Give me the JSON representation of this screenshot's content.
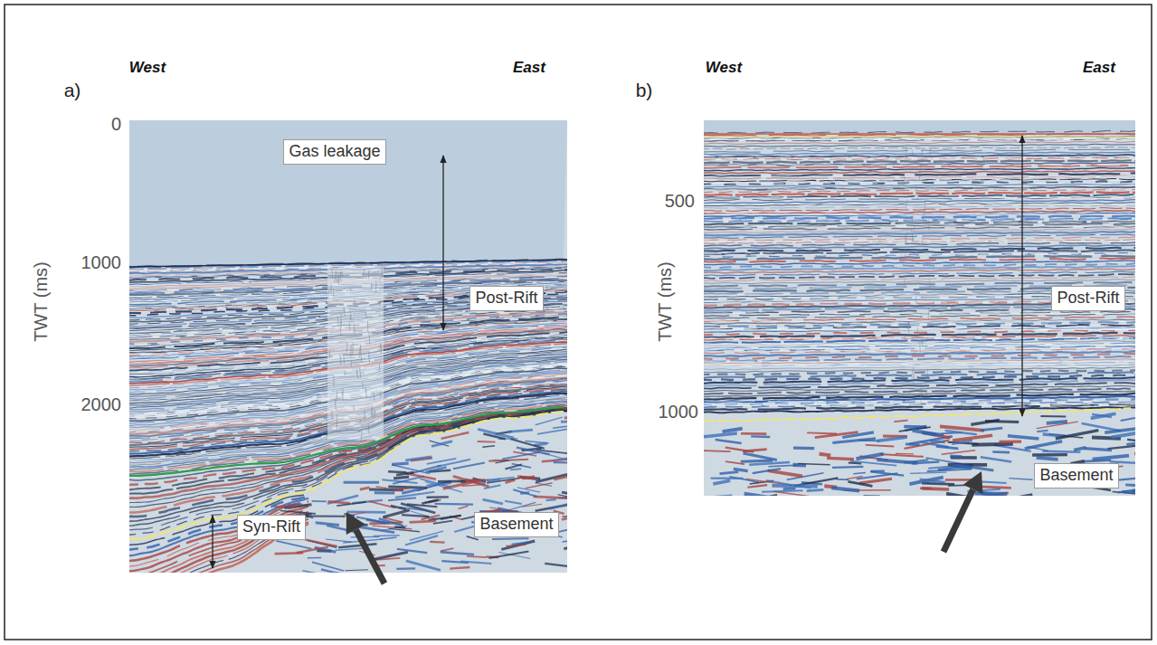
{
  "diagram": {
    "nodes": [
      {
        "text": [
          "Gas leakage"
        ]
      },
      {
        "text": [
          "Post-Rift"
        ]
      },
      {
        "text": [
          "Syn-Rift"
        ]
      },
      {
        "text": [
          "Basement"
        ]
      },
      {
        "text": [
          "Post-Rift"
        ]
      },
      {
        "text": [
          "Basement"
        ]
      }
    ],
    "labels": [
      "a)",
      "West",
      "East",
      "0",
      "1000",
      "2000",
      "TWT (ms)",
      "b)",
      "West",
      "East",
      "500",
      "1000",
      "TWT (ms)"
    ]
  }
}
